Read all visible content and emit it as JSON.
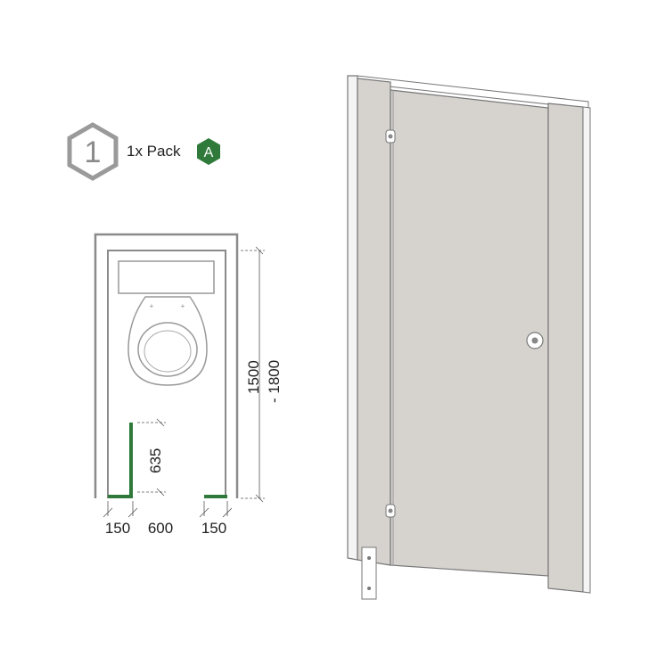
{
  "header": {
    "step_number": "1",
    "pack_label": "1x Pack",
    "variant_badge": "A"
  },
  "dimensions": {
    "depth_min": "1500",
    "depth_max": "- 1800",
    "door_swing": "635",
    "left_return": "150",
    "door_width": "600",
    "right_return": "150"
  },
  "colors": {
    "accent_green": "#2f7a3a",
    "panel_grey": "#d6d3cf",
    "outline": "#8a8a8a"
  }
}
